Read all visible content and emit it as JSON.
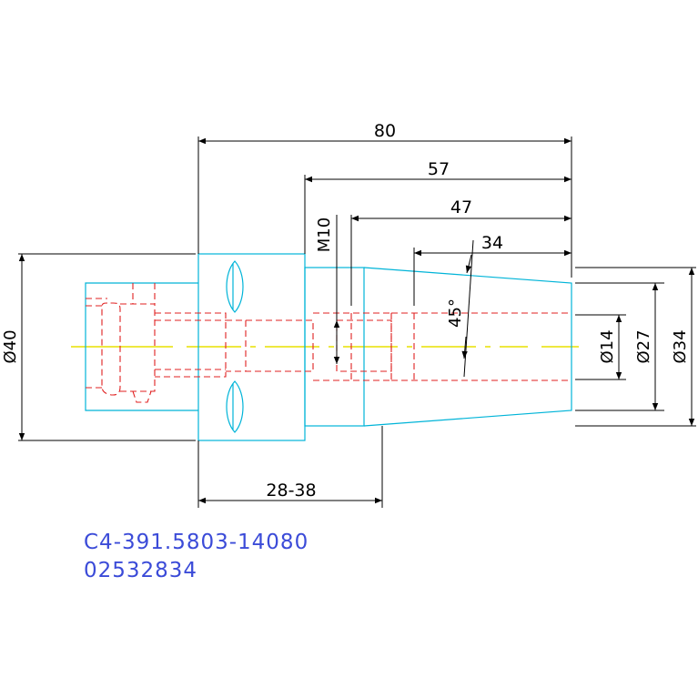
{
  "colors": {
    "background": "#ffffff",
    "outline": "#00b4d8",
    "hidden": "#e02020",
    "centerline": "#e8e000",
    "dimension": "#000000",
    "label": "#3b4bd8"
  },
  "dimensions": {
    "overall_length": "80",
    "length_57": "57",
    "length_47": "47",
    "length_34": "34",
    "thread": "M10",
    "angle": "45°",
    "bore_diameter": "Ø14",
    "inner_diameter": "Ø27",
    "outer_diameter": "Ø34",
    "flange_diameter": "Ø40",
    "clamp_range": "28-38"
  },
  "labels": {
    "part_number": "C4-391.5803-14080",
    "serial_number": "02532834"
  }
}
